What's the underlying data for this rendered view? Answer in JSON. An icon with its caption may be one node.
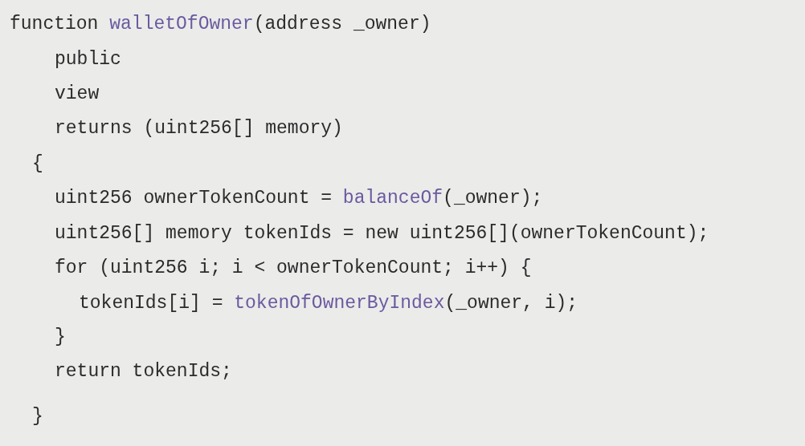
{
  "diagram": {
    "labels": [
      "function walletOfOwner(address _owner)",
      "public",
      "view",
      "returns (uint256[] memory)",
      "{",
      "uint256 ownerTokenCount = balanceOf(_owner);",
      "uint256[] memory tokenIds = new uint256[](ownerTokenCount);",
      "for (uint256 i; i < ownerTokenCount; i++) {",
      "tokenIds[i] = tokenOfOwnerByIndex(_owner, i);",
      "}",
      "return tokenIds;",
      "}"
    ]
  }
}
